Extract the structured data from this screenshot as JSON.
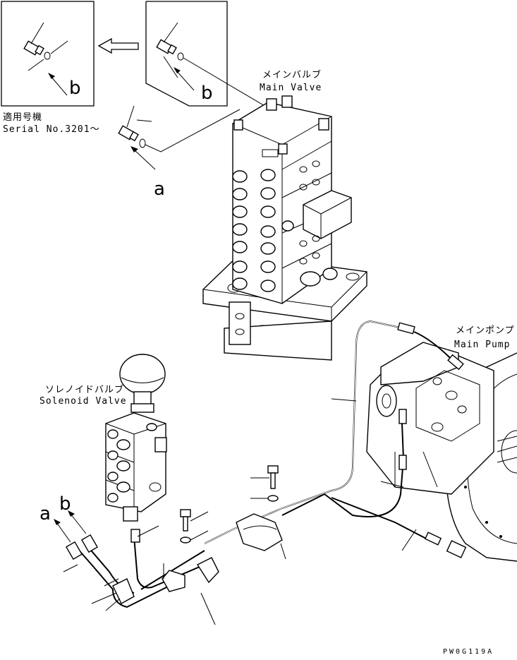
{
  "labels": {
    "main_valve_jp": "メインバルブ",
    "main_valve_en": "Main Valve",
    "main_pump_jp": "メインポンプ",
    "main_pump_en": "Main Pump",
    "solenoid_jp": "ソレノイドバルブ",
    "solenoid_en": "Solenoid Valve",
    "serial_jp": "適用号機",
    "serial_en": "Serial No.3201～",
    "callout_a": "a",
    "callout_b": "b",
    "drawing_id": "PW0G119A"
  }
}
